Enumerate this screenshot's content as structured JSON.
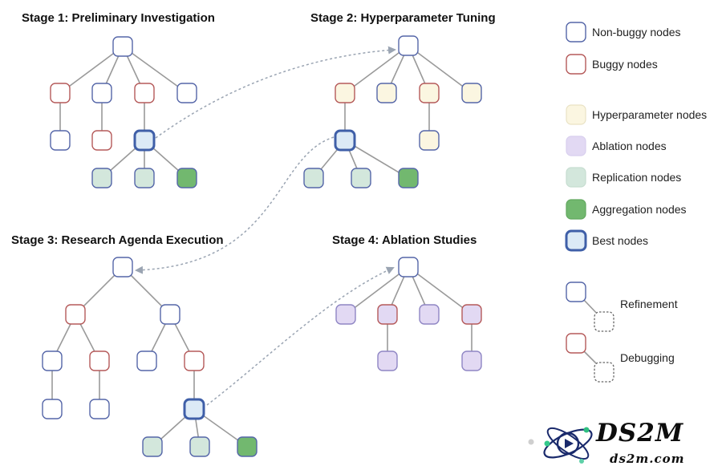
{
  "stages": [
    {
      "id": "stage1",
      "title": "Stage 1: Preliminary Investigation"
    },
    {
      "id": "stage2",
      "title": "Stage 2: Hyperparameter Tuning"
    },
    {
      "id": "stage3",
      "title": "Stage 3: Research Agenda Execution"
    },
    {
      "id": "stage4",
      "title": "Stage 4: Ablation Studies"
    }
  ],
  "legend": {
    "non_buggy": "Non-buggy nodes",
    "buggy": "Buggy nodes",
    "hyperparameter": "Hyperparameter nodes",
    "ablation": "Ablation nodes",
    "replication": "Replication nodes",
    "aggregation": "Aggregation nodes",
    "best": "Best nodes",
    "refinement": "Refinement",
    "debugging": "Debugging"
  },
  "logo": {
    "main": "DS2M",
    "sub": "ds2m.com"
  },
  "colors": {
    "non_buggy_border": "#5566a8",
    "buggy_border": "#b55a5a",
    "hyperparameter_fill": "#fbf6e1",
    "ablation_fill": "#e2d9f3",
    "ablation_border": "#8f86c4",
    "replication_fill": "#d3e7dc",
    "aggregation_fill": "#72b86f",
    "best_fill": "#dceaf6",
    "best_border": "#3f5fa8"
  }
}
